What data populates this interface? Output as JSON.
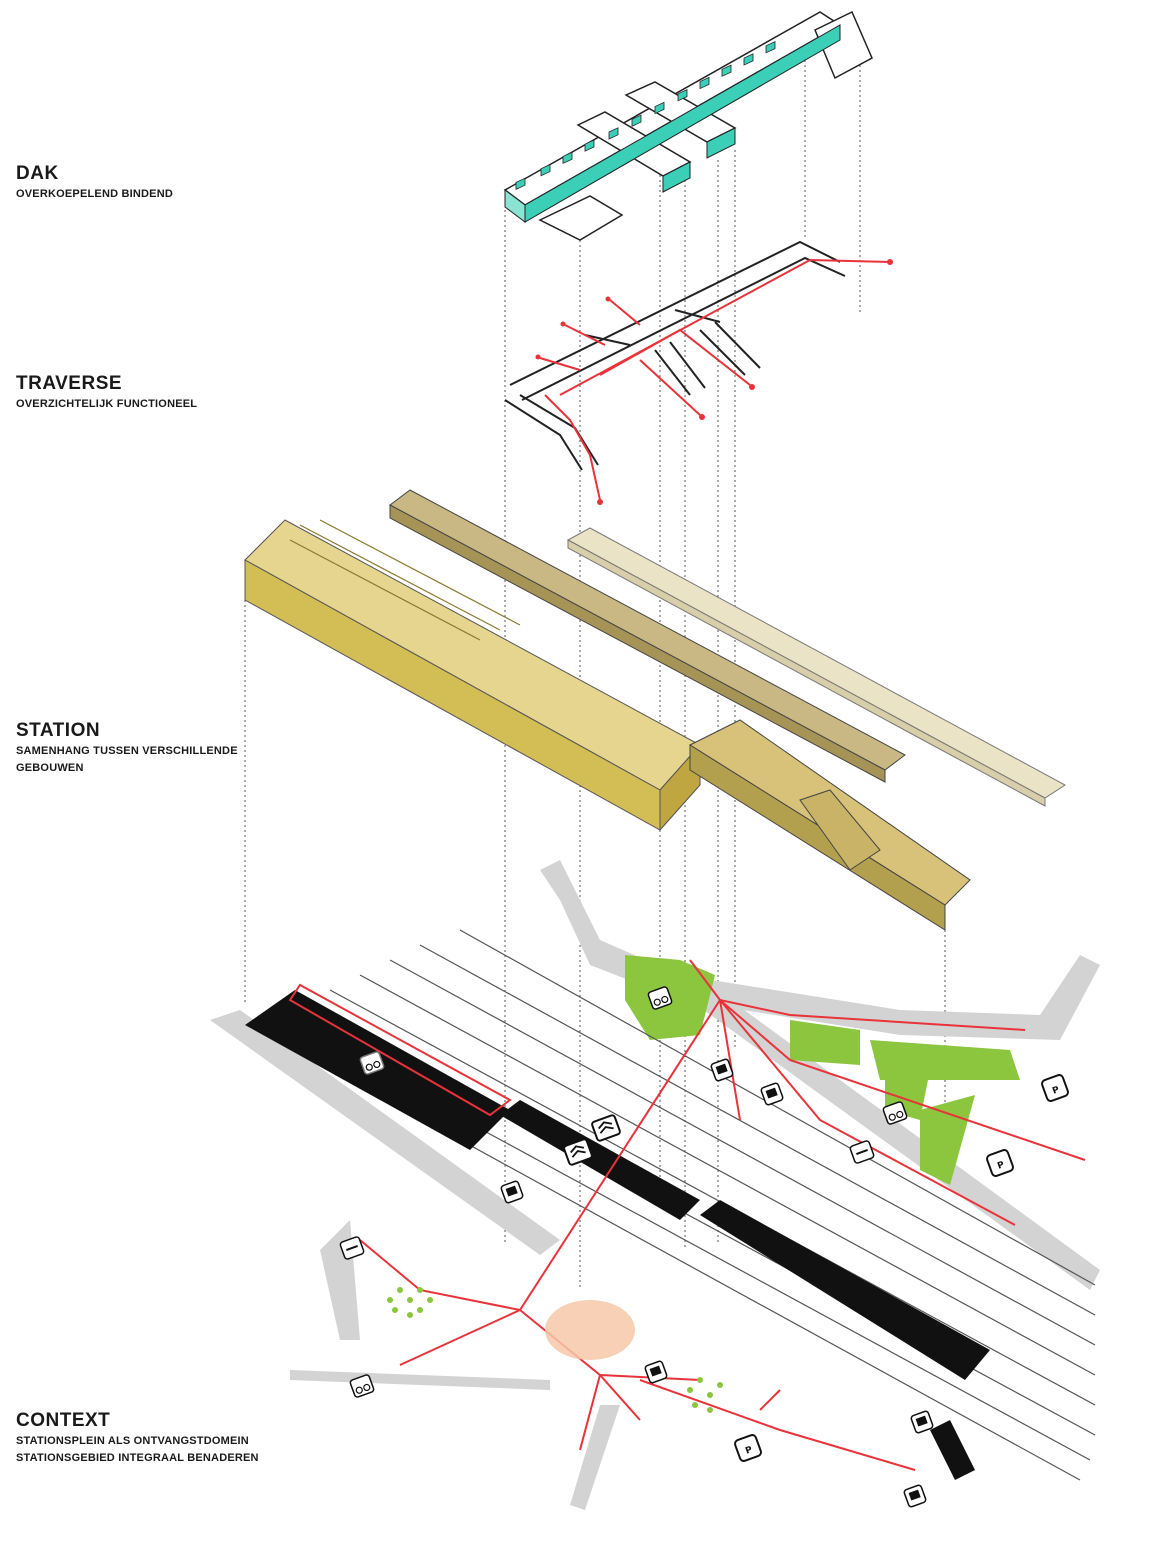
{
  "layers": [
    {
      "id": "dak",
      "title": "DAK",
      "subtitle_lines": [
        "OVERKOEPELEND BINDEND"
      ]
    },
    {
      "id": "traverse",
      "title": "TRAVERSE",
      "subtitle_lines": [
        "OVERZICHTELIJK FUNCTIONEEL"
      ]
    },
    {
      "id": "station",
      "title": "STATION",
      "subtitle_lines": [
        "SAMENHANG TUSSEN VERSCHILLENDE",
        "GEBOUWEN"
      ]
    },
    {
      "id": "context",
      "title": "CONTEXT",
      "subtitle_lines": [
        "STATIONSPLEIN ALS ONTVANGSTDOMEIN",
        "STATIONSGEBIED INTEGRAAL BENADEREN"
      ]
    }
  ],
  "map_icons": {
    "parking_label": "P",
    "parking_icon": "parking-icon",
    "bicycle_icon": "bicycle-icon",
    "train_icon": "train-icon",
    "bus_icon": "bus-icon",
    "taxi_icon": "taxi-icon",
    "tram_icon": "tram-icon"
  },
  "colors": {
    "roof_accent": "#3ccfb8",
    "route_red": "#e8333a",
    "station_yellow": "#d8c46a",
    "station_dark": "#b7a24a",
    "station_light": "#ebe3b8",
    "green_area": "#8cc63f",
    "road_grey": "#d0d0d0",
    "platform_black": "#111111"
  }
}
